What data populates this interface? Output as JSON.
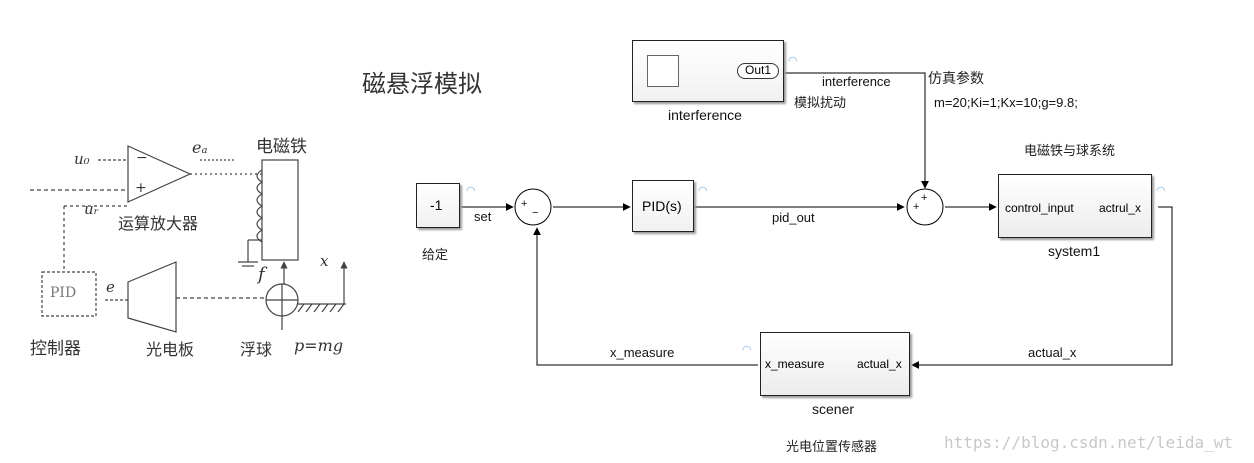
{
  "title": "磁悬浮模拟",
  "sketch": {
    "u0": "u₀",
    "u1": "uᵣ",
    "ea": "eₐ",
    "e": "e",
    "amp_minus": "−",
    "amp_plus": "+",
    "pid": "PID",
    "f": "f",
    "x": "x",
    "electromagnet": "电磁铁",
    "opamp": "运算放大器",
    "controller": "控制器",
    "photo_board": "光电板",
    "float_ball": "浮球",
    "weight": "p=mg"
  },
  "simulink": {
    "constant_value": "-1",
    "constant_caption": "给定",
    "sig_set": "set",
    "sum1_signs": [
      "+",
      "−"
    ],
    "pid_label": "PID(s)",
    "sig_pid_out": "pid_out",
    "sum2_signs": [
      "+",
      "+"
    ],
    "interference_block": {
      "out_port": "Out1",
      "name": "interference",
      "signal": "interference",
      "caption": "模拟扰动"
    },
    "params_title": "仿真参数",
    "params": "m=20;Ki=1;Kx=10;g=9.8;",
    "system_block": {
      "caption": "电磁铁与球系统",
      "in_port": "control_input",
      "out_port": "actrul_x",
      "name": "system1"
    },
    "sig_actual_x": "actual_x",
    "scener_block": {
      "in_port": "x_measure",
      "out_port": "actual_x",
      "name": "scener",
      "caption": "光电位置传感器"
    },
    "sig_x_measure": "x_measure"
  },
  "watermark": "https://blog.csdn.net/leida_wt"
}
